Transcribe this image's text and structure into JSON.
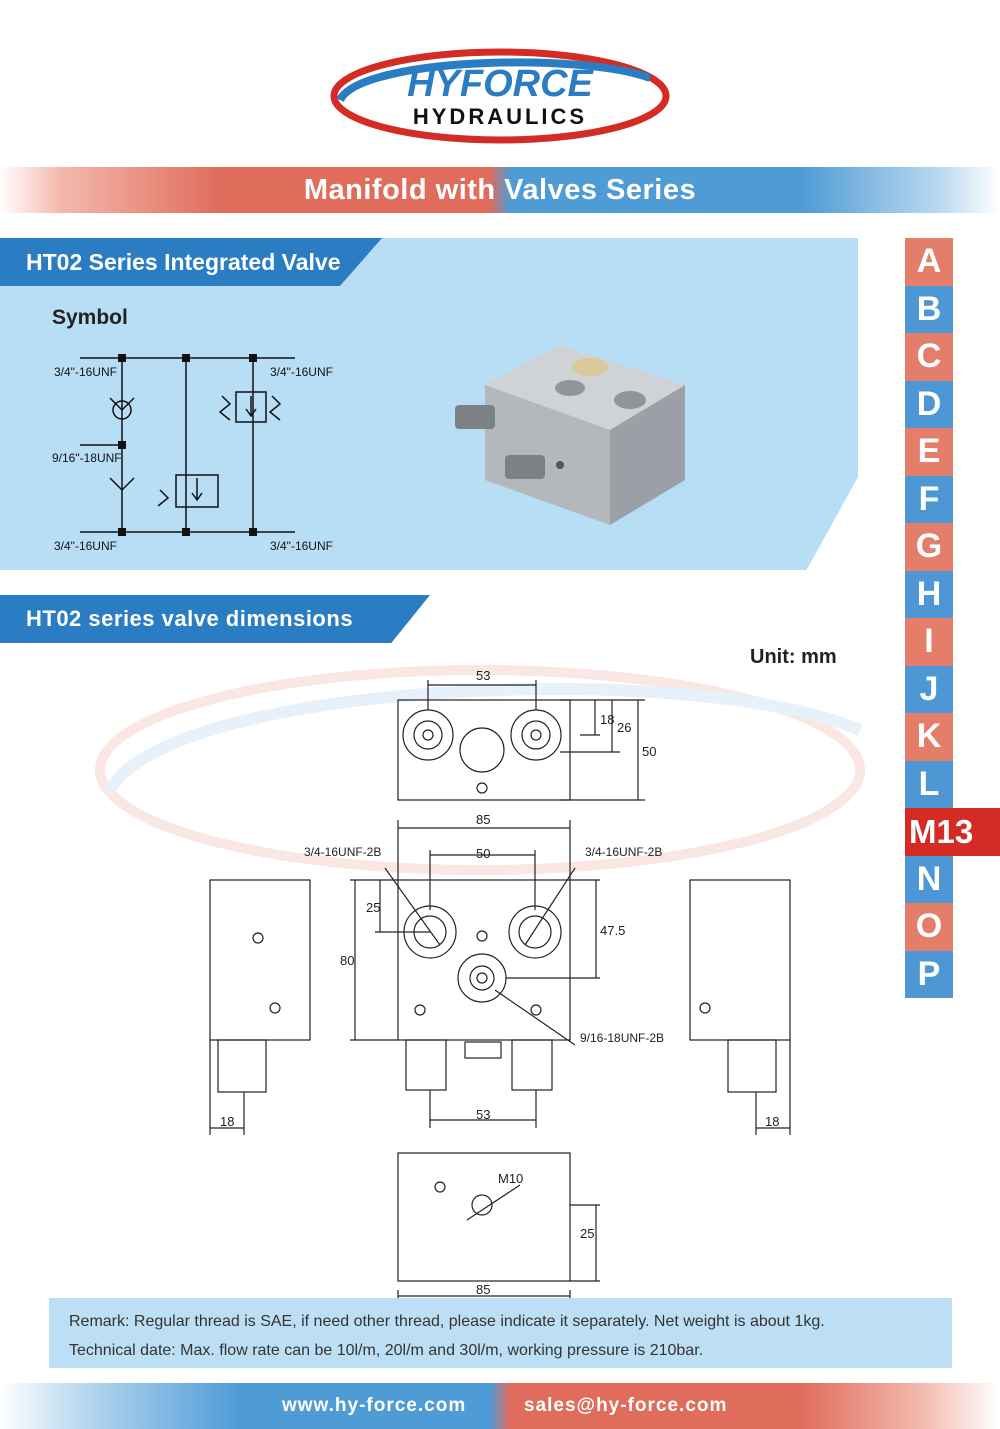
{
  "brand": {
    "line1": "HYFORCE",
    "line2": "HYDRAULICS"
  },
  "banner": {
    "title": "Manifold with Valves Series"
  },
  "section1": {
    "title": "HT02 Series Integrated Valve",
    "symbol_label": "Symbol"
  },
  "symbol": {
    "port_top_left": "3/4\"-16UNF",
    "port_top_right": "3/4\"-16UNF",
    "port_mid_left": "9/16\"-18UNF",
    "port_bottom_left": "3/4\"-16UNF",
    "port_bottom_right": "3/4\"-16UNF"
  },
  "section2": {
    "title": "HT02 series valve dimensions",
    "unit": "Unit: mm"
  },
  "index": {
    "tabs": [
      "A",
      "B",
      "C",
      "D",
      "E",
      "F",
      "G",
      "H",
      "I",
      "J",
      "K",
      "L",
      "M13",
      "N",
      "O",
      "P"
    ],
    "current": "M13"
  },
  "dimensions": {
    "top_width": "53",
    "top_h1": "18",
    "top_h2": "26",
    "top_depth": "50",
    "front_width": "85",
    "port_spacing": "50",
    "port_label_left": "3/4-16UNF-2B",
    "port_label_right": "3/4-16UNF-2B",
    "front_top_offset": "25",
    "front_height": "80",
    "front_port_depth": "47.5",
    "center_port_label": "9/16-18UNF-2B",
    "bottom_spacing": "53",
    "side_left": "18",
    "side_right": "18",
    "mount_thread": "M10",
    "bottom_offset": "25",
    "bottom_width": "85"
  },
  "remark": {
    "line1": "Remark: Regular thread is SAE, if need other thread, please indicate it separately. Net weight is about 1kg.",
    "line2": "Technical date: Max. flow rate can be 10l/m, 20l/m and 30l/m, working pressure is 210bar."
  },
  "footer": {
    "url": "www.hy-force.com",
    "email": "sales@hy-force.com"
  },
  "colors": {
    "blue": "#2a7dc2",
    "red": "#d52b25",
    "light_blue": "#b8def5",
    "salmon": "#e47d6a"
  }
}
